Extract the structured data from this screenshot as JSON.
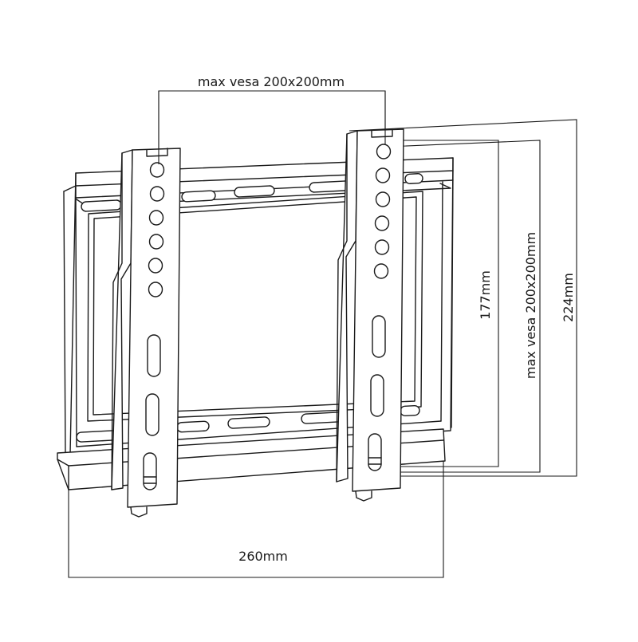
{
  "diagram": {
    "subject": "tv-wall-mount",
    "line_color": "#1a1a1a",
    "background": "#ffffff"
  },
  "dimensions": {
    "top_vesa_label": "max vesa 200x200mm",
    "side_vesa_label": "max vesa 200x200mm",
    "bracket_height_label": "177mm",
    "total_height_label": "224mm",
    "width_label": "260mm"
  }
}
